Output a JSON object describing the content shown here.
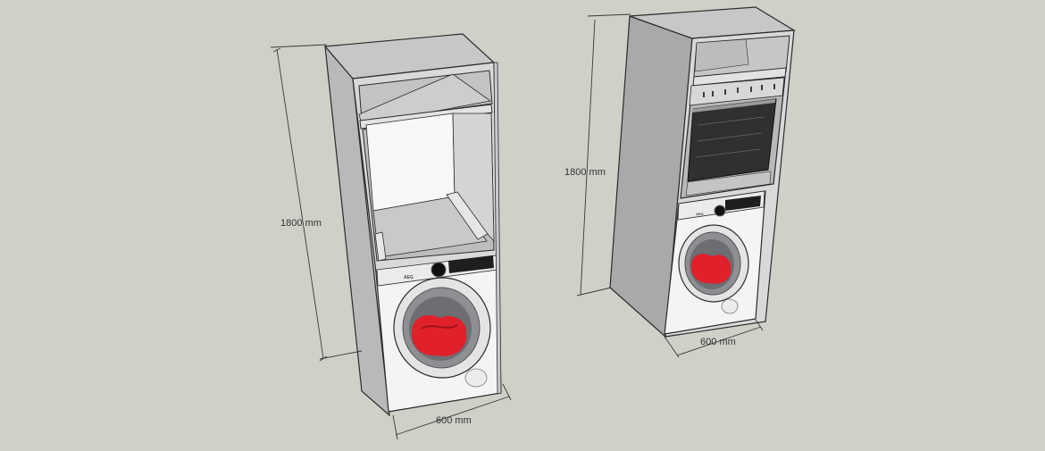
{
  "colors": {
    "background": "#cfd0c8",
    "cabinet_side": "#b9b9b9",
    "cabinet_side_dark": "#a9a9a9",
    "cabinet_front": "#d9d9d9",
    "cabinet_top": "#c7c7c7",
    "washer_body": "#f4f4f4",
    "drum_laundry": "#e0202a",
    "oven_frame": "#b8b8b8",
    "oven_glass": "#2f3030",
    "outline": "#2b2b2b",
    "dimension_line": "#3a3a3a"
  },
  "cabinet_left": {
    "height_label": "1800 mm",
    "width_label": "600 mm",
    "upper_unit": "open-niche",
    "lower_unit": "washing-machine",
    "washer_brand": "AEG"
  },
  "cabinet_right": {
    "height_label": "1800 mm",
    "width_label": "600 mm",
    "upper_unit": "built-in-oven",
    "lower_unit": "washing-machine",
    "washer_brand": "AEG"
  }
}
